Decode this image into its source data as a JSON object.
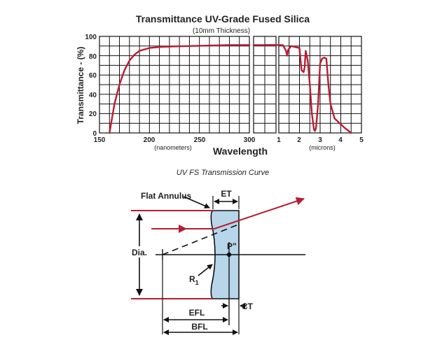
{
  "chart": {
    "title": "Transmittance UV-Grade Fused Silica",
    "subtitle": "(10mm Thickness)",
    "ylabel": "Transmittance - (%)",
    "xlabel": "Wavelength",
    "unit_nm": "(nanometers)",
    "unit_um": "(microns)",
    "yticks": [
      "100",
      "80",
      "60",
      "40",
      "20",
      "0"
    ],
    "xticks_nm": [
      "150",
      "200",
      "250",
      "300"
    ],
    "xticks_um": [
      "1",
      "2",
      "3",
      "4",
      "5"
    ],
    "caption": "UV FS Transmission Curve"
  },
  "chart_data": [
    {
      "type": "line",
      "title": "Transmittance UV-Grade Fused Silica",
      "subtitle": "(10mm Thickness)",
      "ylabel": "Transmittance - (%)",
      "xlabel": "Wavelength",
      "xunit": "(nanometers)",
      "x": [
        160,
        165,
        170,
        175,
        180,
        185,
        190,
        200,
        210,
        220,
        240,
        260,
        280,
        300
      ],
      "y": [
        0,
        30,
        50,
        65,
        75,
        81,
        85,
        88,
        89,
        89.5,
        90,
        90.5,
        91,
        91
      ],
      "xlim": [
        150,
        300
      ],
      "ylim": [
        0,
        100
      ],
      "grid": true
    },
    {
      "type": "line",
      "xunit": "(microns)",
      "x": [
        0.3,
        0.6,
        0.9,
        1.2,
        1.35,
        1.4,
        1.45,
        1.6,
        2.0,
        2.1,
        2.2,
        2.25,
        2.3,
        2.4,
        2.5,
        2.6,
        2.7,
        2.75,
        2.8,
        2.9,
        3.0,
        3.1,
        3.2,
        3.3,
        3.4,
        3.5,
        3.7,
        4.0,
        4.2,
        4.5
      ],
      "y": [
        91,
        91,
        91,
        91,
        85,
        80,
        86,
        90,
        88,
        65,
        63,
        68,
        85,
        75,
        50,
        20,
        4,
        2,
        5,
        30,
        72,
        77,
        78,
        77,
        50,
        30,
        15,
        9,
        5,
        0
      ],
      "xlim": [
        0.3,
        5
      ],
      "ylim": [
        0,
        100
      ],
      "grid": true
    }
  ],
  "diagram": {
    "flat_annulus": "Flat Annulus",
    "et": "ET",
    "p_dbl": "P\"",
    "dia": "Dia.",
    "r1": "R",
    "r1_sub": "1",
    "ct": "CT",
    "efl": "EFL",
    "bfl": "BFL"
  }
}
